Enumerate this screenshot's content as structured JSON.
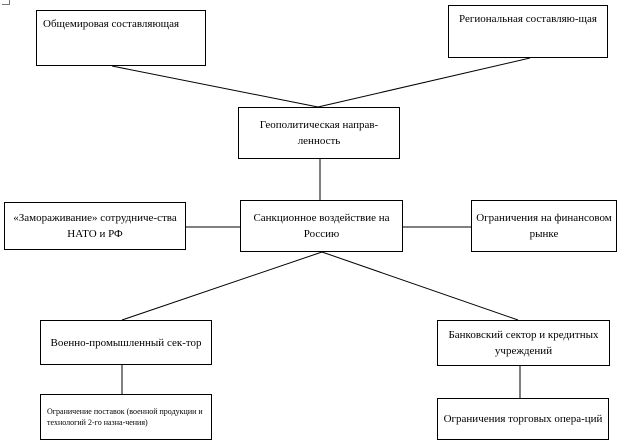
{
  "diagram": {
    "nodes": {
      "global": "Общемировая составляющая",
      "regional": "Региональная составляю-щая",
      "geopolitical": "Геополитическая направ-ленность",
      "sanctions": "Санкционное воздействие на Россию",
      "nato": "«Замораживание» сотрудниче-ства НАТО и РФ",
      "financial": "Ограничения на финансовом рынке",
      "military": "Военно-промышленный сек-тор",
      "banking": "Банковский сектор и кредитных учреждений",
      "supply": "Ограничение поставок (военной продукции и технологий 2-го назна-чения)",
      "trade": "Ограничения торговых опера-ций"
    },
    "edges": [
      [
        "global",
        "geopolitical"
      ],
      [
        "regional",
        "geopolitical"
      ],
      [
        "geopolitical",
        "sanctions"
      ],
      [
        "nato",
        "sanctions"
      ],
      [
        "sanctions",
        "financial"
      ],
      [
        "sanctions",
        "military"
      ],
      [
        "sanctions",
        "banking"
      ],
      [
        "military",
        "supply"
      ],
      [
        "banking",
        "trade"
      ]
    ]
  }
}
